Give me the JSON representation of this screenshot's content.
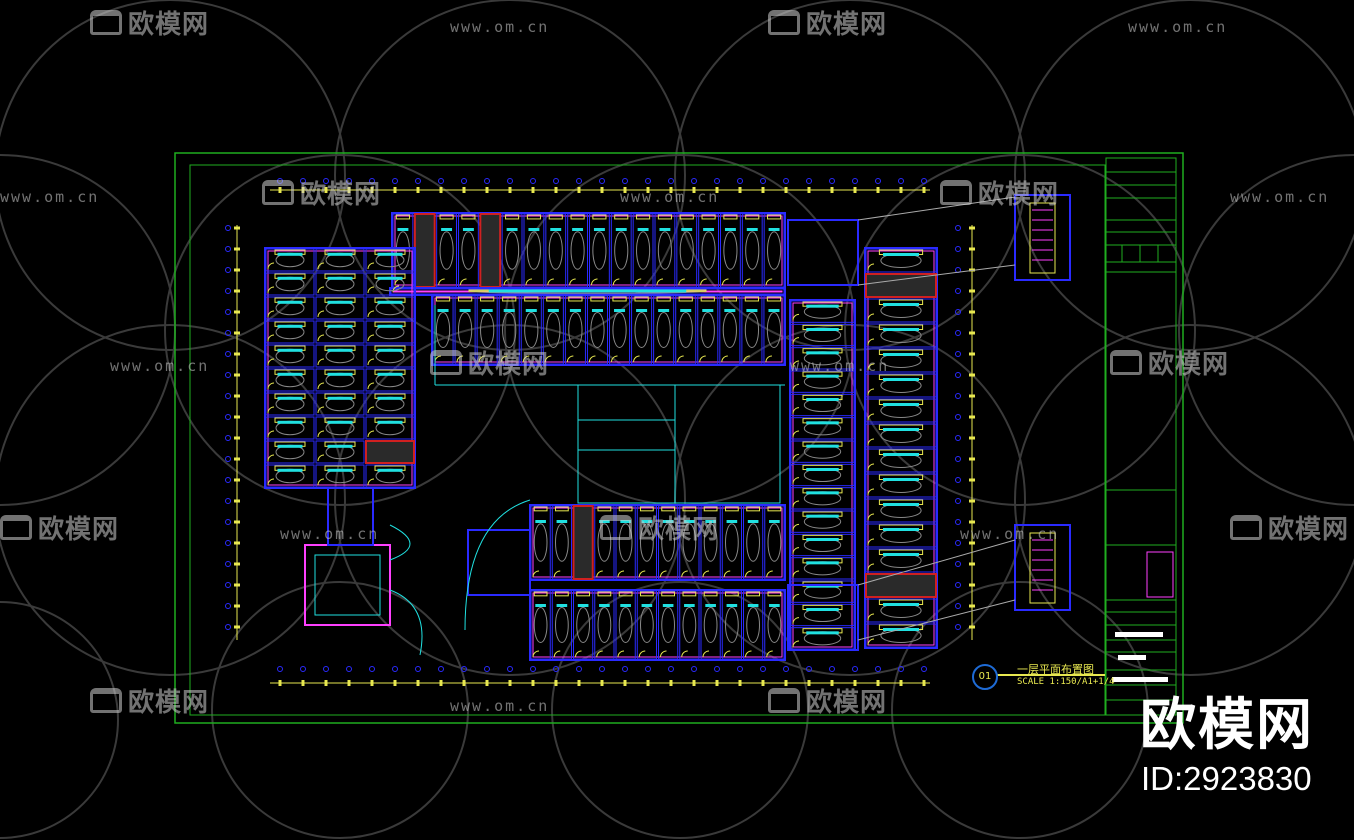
{
  "colors": {
    "background": "#000000",
    "frame": "#1fae1f",
    "wall": "#2a2aff",
    "dimension": "#e8e850",
    "furniture": "#ff40ff",
    "cyan": "#20e0e0",
    "hatch": "#d02020",
    "watermark": "#cfcfcf"
  },
  "drawing": {
    "number": "01",
    "title": "一层平面布置图",
    "scale": "SCALE 1:150/A1+1/4"
  },
  "watermark": {
    "brand": "欧模网",
    "url": "www.om.cn",
    "id": "ID:2923830"
  }
}
